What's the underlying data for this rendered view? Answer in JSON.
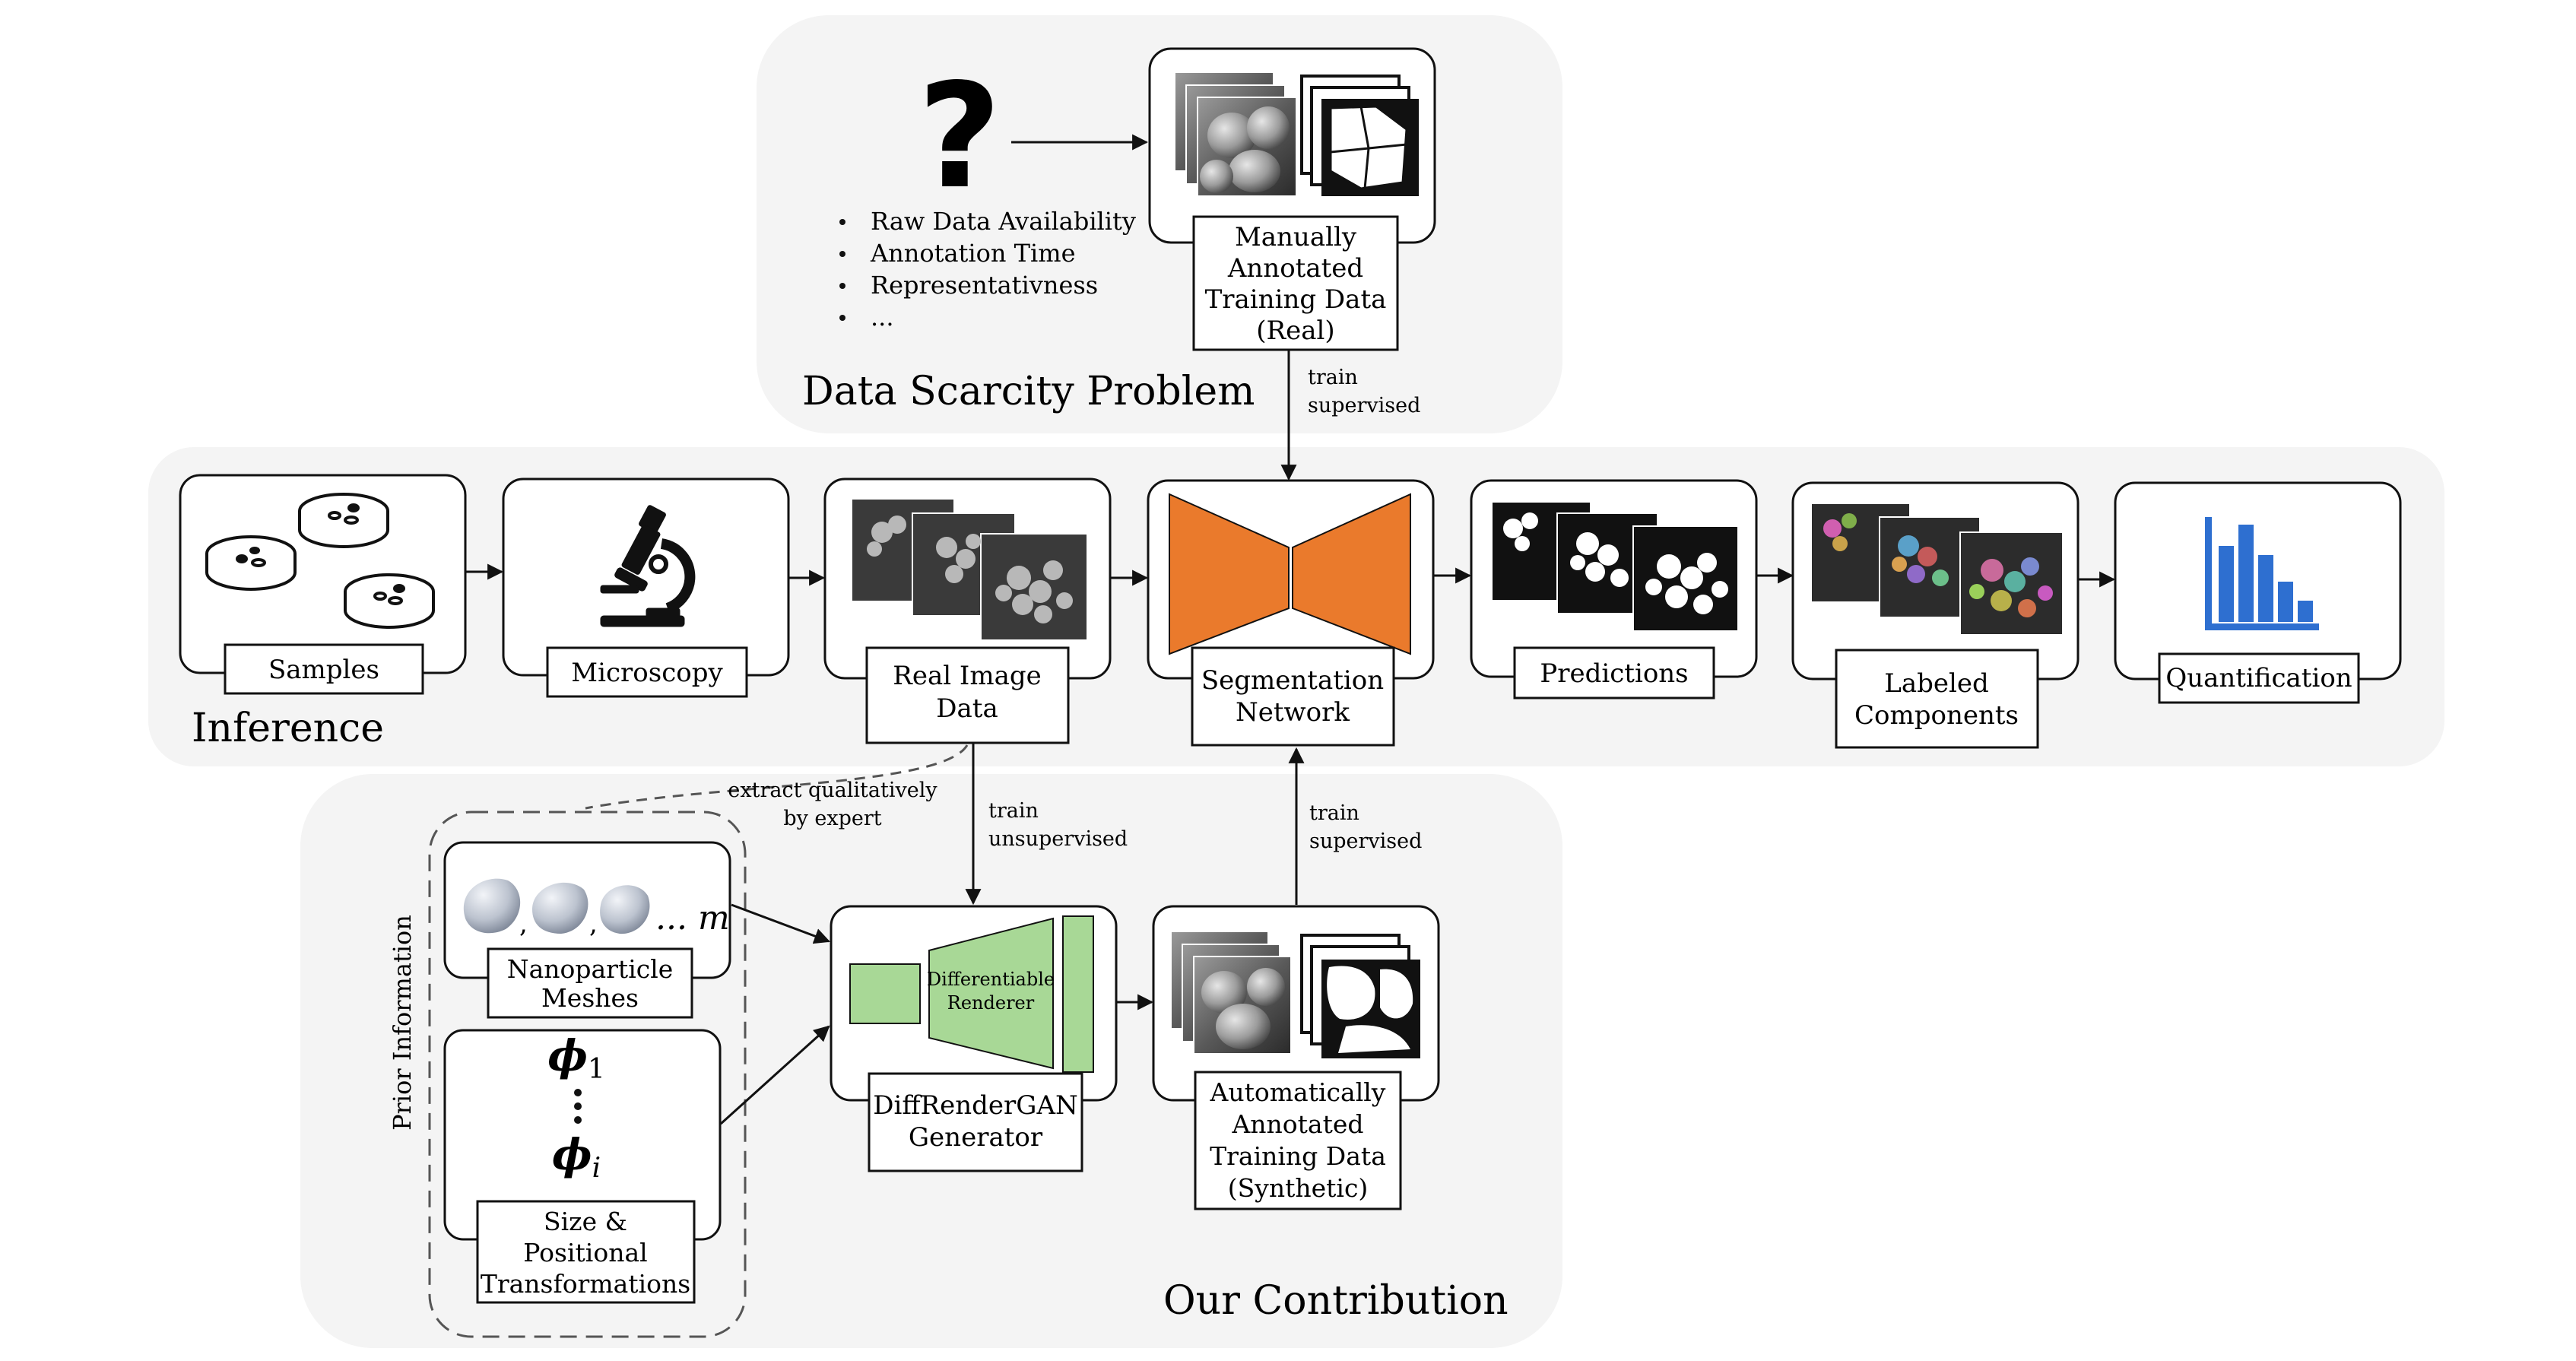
{
  "data_scarcity": {
    "title": "Data Scarcity Problem",
    "question_mark": "?",
    "bullets": [
      "Raw Data Availability",
      "Annotation Time",
      "Representativness",
      "..."
    ],
    "manual_data_label": [
      "Manually",
      "Annotated",
      "Training Data",
      "(Real)"
    ],
    "train_label": [
      "train",
      "supervised"
    ]
  },
  "inference": {
    "title": "Inference",
    "nodes": [
      {
        "label": [
          "Samples"
        ],
        "icon": "petri-dish-icon"
      },
      {
        "label": [
          "Microscopy"
        ],
        "icon": "microscope-icon"
      },
      {
        "label": [
          "Real Image",
          "Data"
        ],
        "icon": "sem-image-stack"
      },
      {
        "label": [
          "Segmentation",
          "Network"
        ],
        "icon": "encoder-decoder-icon"
      },
      {
        "label": [
          "Predictions"
        ],
        "icon": "binary-mask-stack"
      },
      {
        "label": [
          "Labeled",
          "Components"
        ],
        "icon": "colored-instance-stack"
      },
      {
        "label": [
          "Quantification"
        ],
        "icon": "bar-chart-icon"
      }
    ]
  },
  "contribution": {
    "title": "Our Contribution",
    "extract_label": [
      "extract qualitatively",
      "by expert"
    ],
    "train_unsup_label": [
      "train",
      "unsupervised"
    ],
    "train_sup_label": [
      "train",
      "supervised"
    ],
    "prior_label": "Prior Information",
    "meshes_label": [
      "Nanoparticle",
      "Meshes"
    ],
    "meshes_suffix": "... m",
    "phi_1": "ϕ",
    "phi_1_sub": "1",
    "phi_i": "ϕ",
    "phi_i_sub": "i",
    "transform_label": [
      "Size &",
      "Positional",
      "Transformations"
    ],
    "renderer_label": [
      "Differentiable",
      "Renderer"
    ],
    "generator_label": [
      "DiffRenderGAN",
      "Generator"
    ],
    "synthetic_label": [
      "Automatically",
      "Annotated",
      "Training Data",
      "(Synthetic)"
    ]
  },
  "colors": {
    "panel_bg": "#f4f4f4",
    "orange": "#ea7a2c",
    "green": "#a8d896",
    "chart_blue": "#2e6fd0"
  }
}
